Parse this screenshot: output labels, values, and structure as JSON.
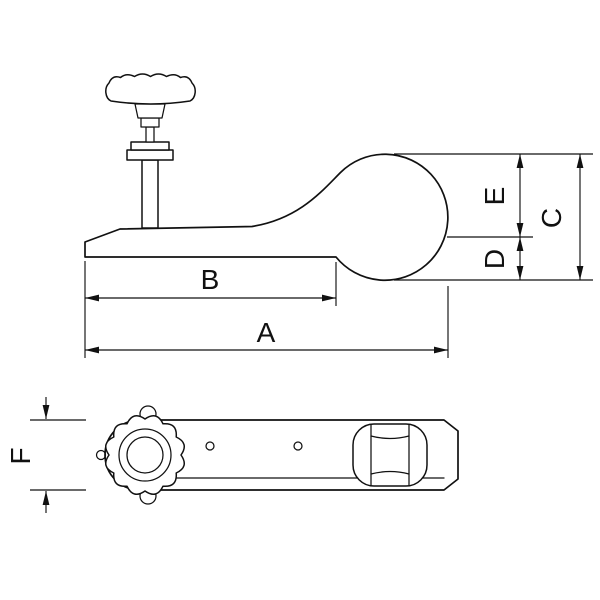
{
  "colors": {
    "line": "#111111",
    "background": "#ffffff"
  },
  "dimensions": {
    "A": "A",
    "B": "B",
    "C": "C",
    "D": "D",
    "E": "E",
    "F": "F"
  }
}
